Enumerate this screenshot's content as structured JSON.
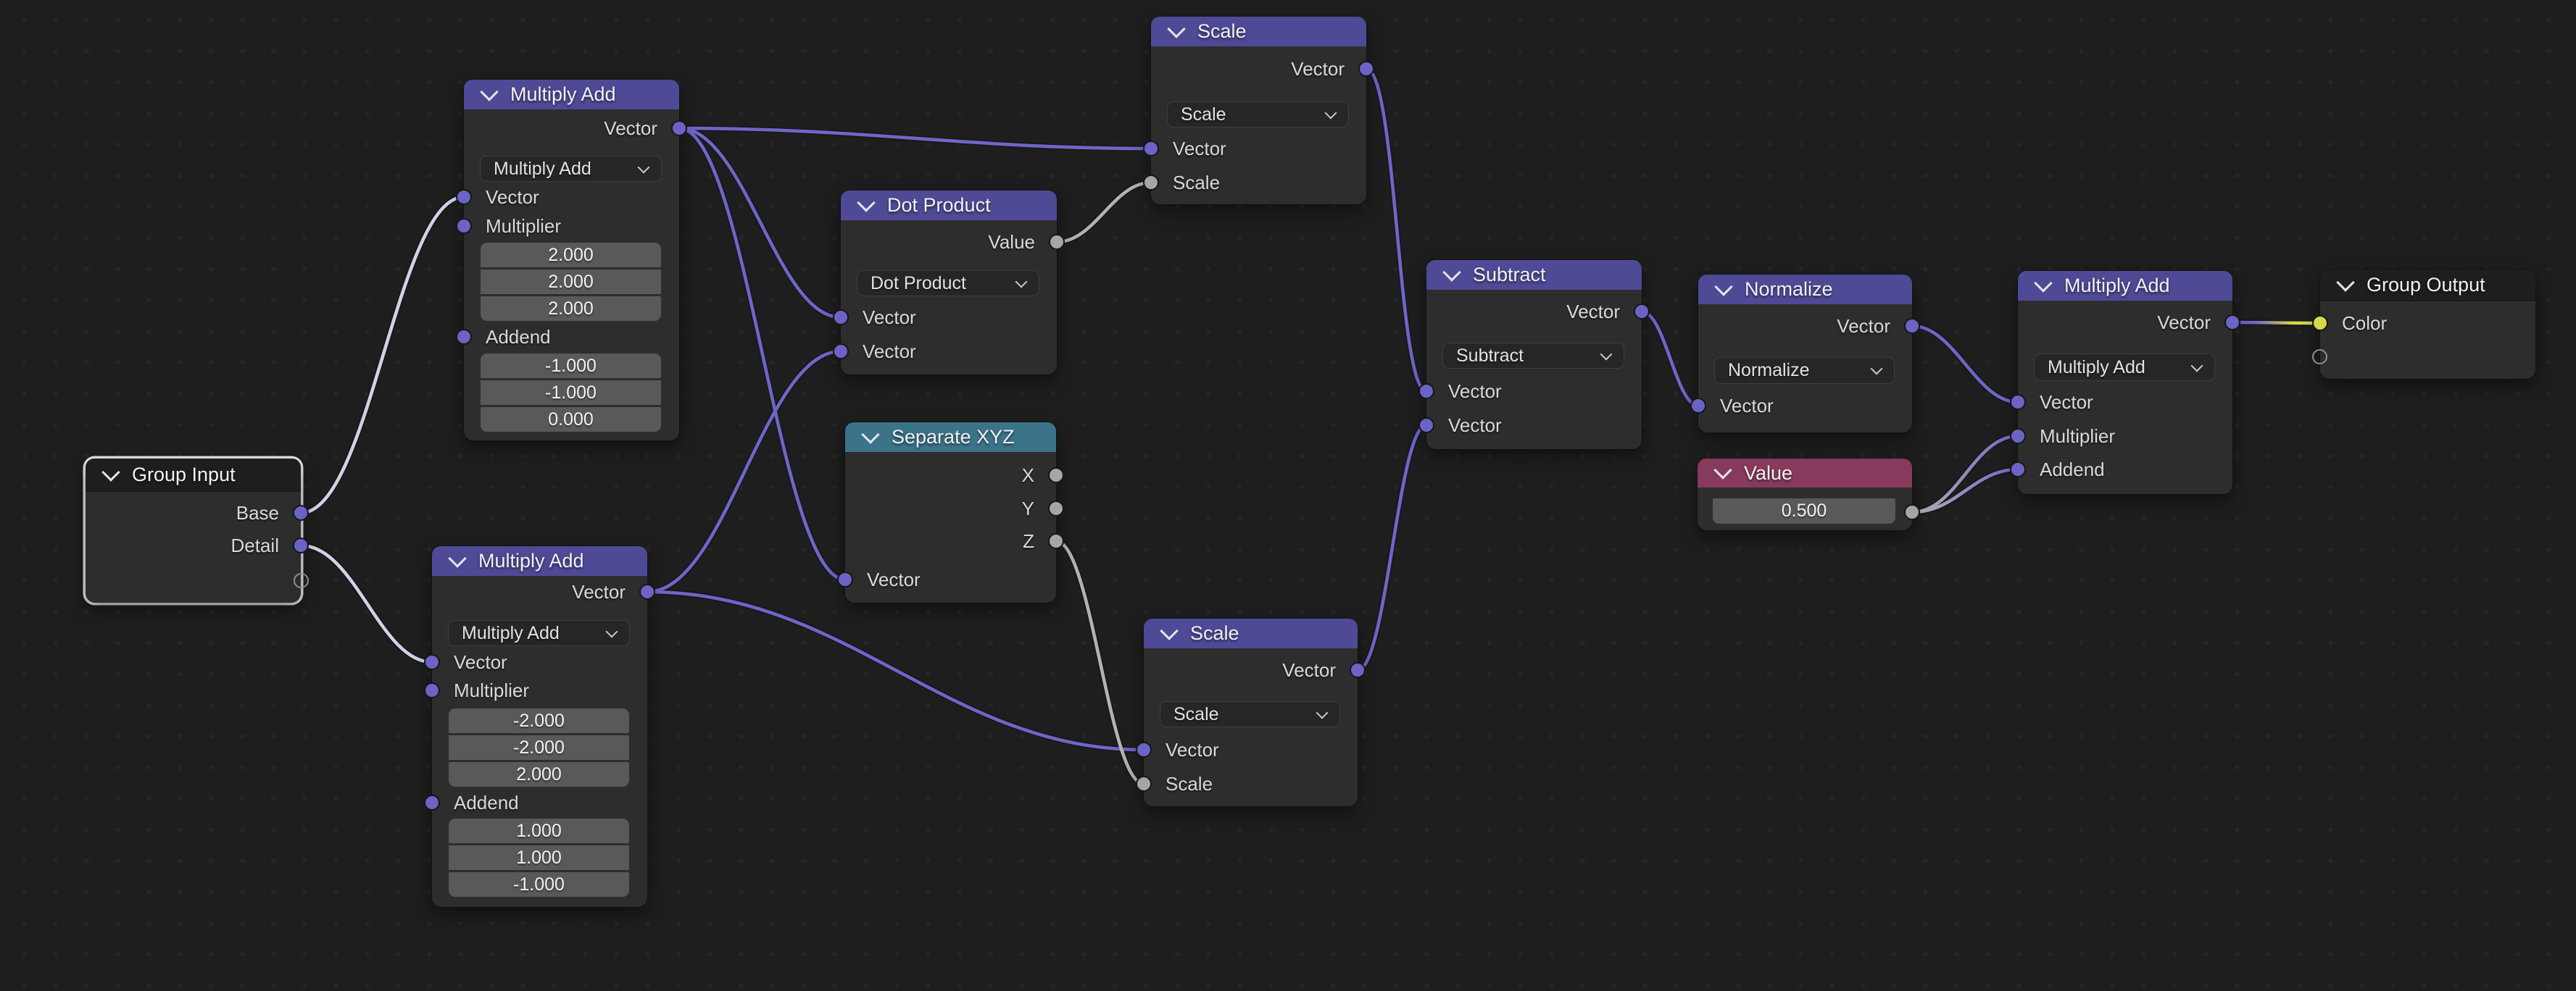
{
  "app": "blender-node-editor",
  "colors": {
    "background": "#1e1e1e",
    "node_body": "#2d2d2d",
    "header_vector_math": "#4e4a96",
    "header_converter": "#3b7389",
    "header_input": "#873a5c",
    "header_group": "#1e1e1e",
    "socket_vector": "#6b63c5",
    "socket_value": "#a6a6a6",
    "socket_color": "#d7d74c",
    "wire_vector": "#6e66c8",
    "wire_value": "#b2b2b2",
    "wire_selected": "#d3d1e8",
    "field_bg": "#595959"
  },
  "nodes": [
    {
      "id": "group-input",
      "title": "Group Input",
      "outputs": [
        "Base",
        "Detail"
      ],
      "selected": true
    },
    {
      "id": "multiply-add-1",
      "title": "Multiply Add",
      "output": "Vector",
      "operation": "Multiply Add",
      "inputs": [
        "Vector",
        "Multiplier",
        "Addend"
      ],
      "multiplier_values": [
        "2.000",
        "2.000",
        "2.000"
      ],
      "addend_values": [
        "-1.000",
        "-1.000",
        "0.000"
      ]
    },
    {
      "id": "multiply-add-2",
      "title": "Multiply Add",
      "output": "Vector",
      "operation": "Multiply Add",
      "inputs": [
        "Vector",
        "Multiplier",
        "Addend"
      ],
      "multiplier_values": [
        "-2.000",
        "-2.000",
        "2.000"
      ],
      "addend_values": [
        "1.000",
        "1.000",
        "-1.000"
      ]
    },
    {
      "id": "dot-product",
      "title": "Dot Product",
      "output": "Value",
      "operation": "Dot Product",
      "inputs": [
        "Vector",
        "Vector"
      ]
    },
    {
      "id": "separate-xyz",
      "title": "Separate XYZ",
      "outputs": [
        "X",
        "Y",
        "Z"
      ],
      "input": "Vector"
    },
    {
      "id": "scale-1",
      "title": "Scale",
      "output": "Vector",
      "operation": "Scale",
      "inputs": [
        "Vector",
        "Scale"
      ]
    },
    {
      "id": "scale-2",
      "title": "Scale",
      "output": "Vector",
      "operation": "Scale",
      "inputs": [
        "Vector",
        "Scale"
      ]
    },
    {
      "id": "subtract",
      "title": "Subtract",
      "output": "Vector",
      "operation": "Subtract",
      "inputs": [
        "Vector",
        "Vector"
      ]
    },
    {
      "id": "normalize",
      "title": "Normalize",
      "output": "Vector",
      "operation": "Normalize",
      "input": "Vector"
    },
    {
      "id": "value",
      "title": "Value",
      "value": "0.500"
    },
    {
      "id": "multiply-add-3",
      "title": "Multiply Add",
      "output": "Vector",
      "operation": "Multiply Add",
      "inputs": [
        "Vector",
        "Multiplier",
        "Addend"
      ]
    },
    {
      "id": "group-output",
      "title": "Group Output",
      "input": "Color"
    }
  ],
  "links": [
    {
      "from": "group-input.Base",
      "to": "multiply-add-1.Vector"
    },
    {
      "from": "group-input.Detail",
      "to": "multiply-add-2.Vector"
    },
    {
      "from": "multiply-add-1.Vector",
      "to": "scale-1.Vector"
    },
    {
      "from": "multiply-add-1.Vector",
      "to": "dot-product.Vector1"
    },
    {
      "from": "multiply-add-1.Vector",
      "to": "separate-xyz.Vector"
    },
    {
      "from": "multiply-add-2.Vector",
      "to": "dot-product.Vector2"
    },
    {
      "from": "multiply-add-2.Vector",
      "to": "scale-2.Vector"
    },
    {
      "from": "dot-product.Value",
      "to": "scale-1.Scale"
    },
    {
      "from": "separate-xyz.Z",
      "to": "scale-2.Scale"
    },
    {
      "from": "scale-1.Vector",
      "to": "subtract.Vector1"
    },
    {
      "from": "scale-2.Vector",
      "to": "subtract.Vector2"
    },
    {
      "from": "subtract.Vector",
      "to": "normalize.Vector"
    },
    {
      "from": "normalize.Vector",
      "to": "multiply-add-3.Vector"
    },
    {
      "from": "value.Value",
      "to": "multiply-add-3.Multiplier"
    },
    {
      "from": "value.Value",
      "to": "multiply-add-3.Addend"
    },
    {
      "from": "multiply-add-3.Vector",
      "to": "group-output.Color"
    }
  ]
}
